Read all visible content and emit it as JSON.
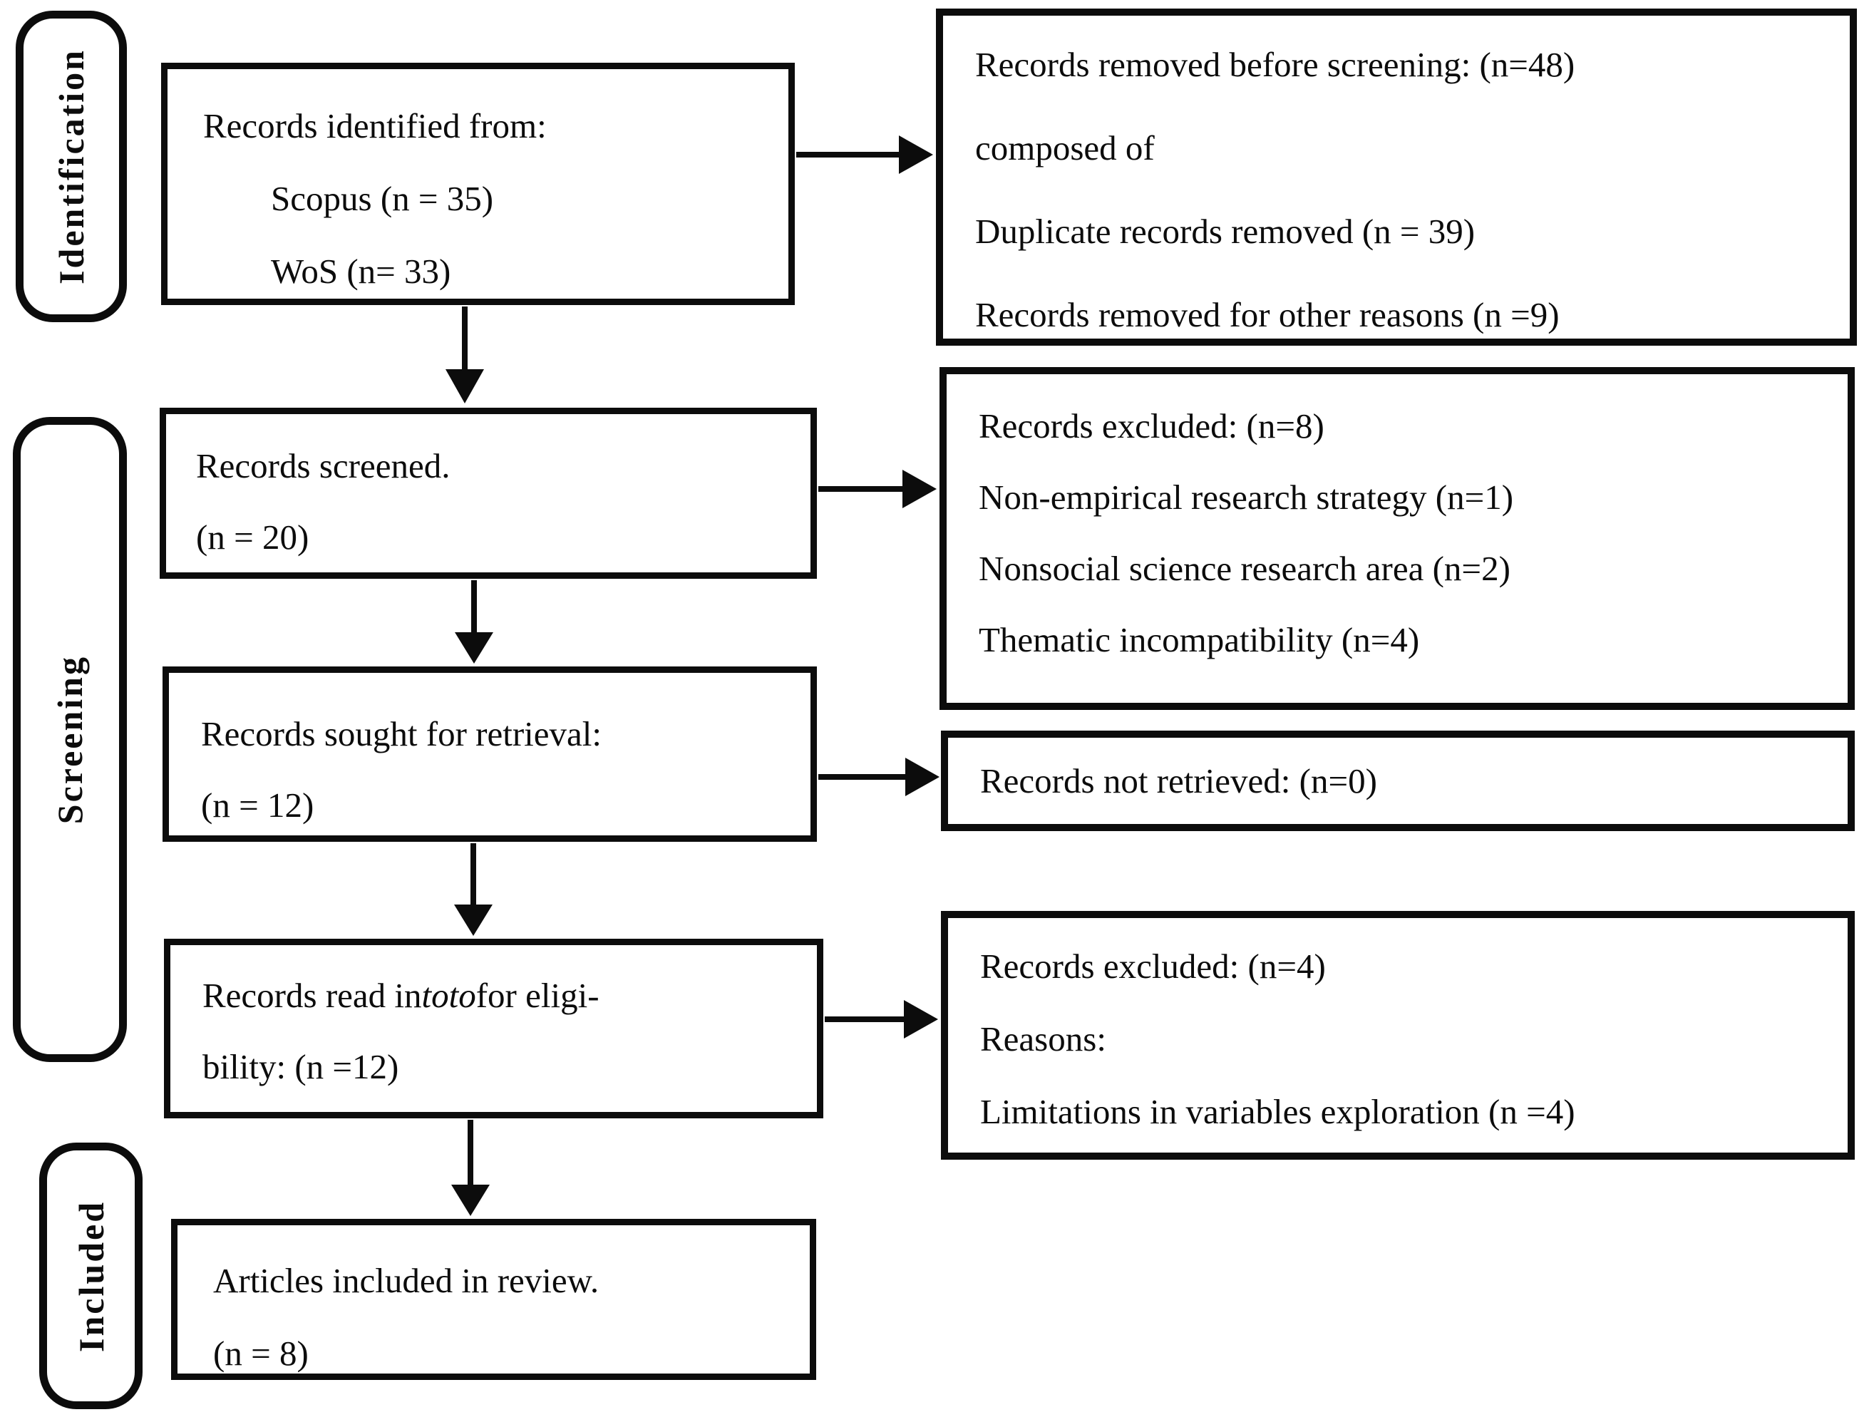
{
  "stage_labels": {
    "identification": "Identification",
    "screening": "Screening",
    "included": "Included"
  },
  "main_flow": {
    "identified": {
      "line1": "Records identified from:",
      "line2": "Scopus (n = 35)",
      "line3": "WoS (n= 33)"
    },
    "screened": {
      "line1": "Records screened.",
      "line2": "(n = 20)"
    },
    "sought": {
      "line1": "Records sought for retrieval:",
      "line2": "(n = 12)"
    },
    "eligibility": {
      "line1_pre": "Records read in ",
      "line1_italic": "toto",
      "line1_post": " for eligi-",
      "line2": "bility: (n =12)"
    },
    "included": {
      "line1": "Articles included in review.",
      "line2": "(n = 8)"
    }
  },
  "side_boxes": {
    "removed_before_screening": {
      "line1": "Records removed before screening: (n=48)",
      "line2": "composed of",
      "line3": "Duplicate records removed (n = 39)",
      "line4": "Records removed for other reasons (n =9)"
    },
    "excluded_screening": {
      "line1": "Records excluded: (n=8)",
      "line2": "Non-empirical research strategy (n=1)",
      "line3": "Nonsocial science research area (n=2)",
      "line4": "Thematic incompatibility (n=4)"
    },
    "not_retrieved": {
      "line1": "Records not retrieved: (n=0)"
    },
    "excluded_eligibility": {
      "line1": "Records excluded: (n=4)",
      "line2": "Reasons:",
      "line3": "Limitations in variables exploration (n =4)"
    }
  },
  "colors": {
    "ink": "#0c0c0c",
    "background": "#ffffff"
  }
}
